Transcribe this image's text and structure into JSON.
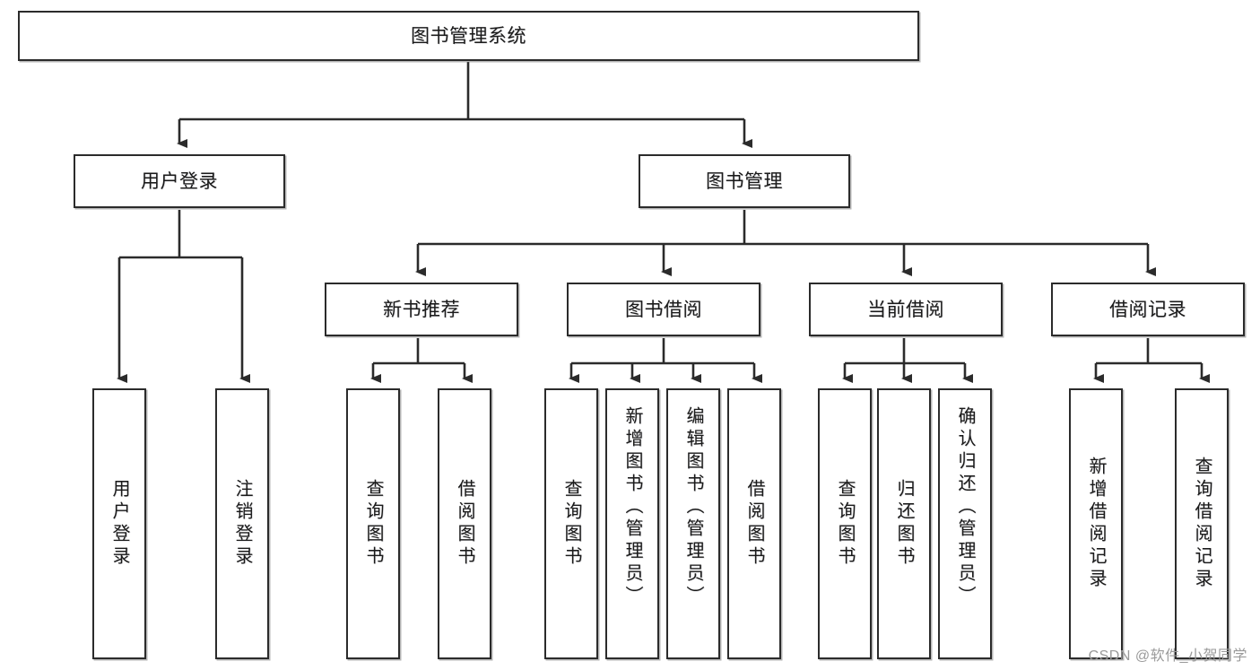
{
  "diagram": {
    "title": "图书管理系统",
    "type": "tree",
    "watermark": "CSDN @软件_小贺同学",
    "colors": {
      "box_border": "#2b2b2b",
      "box_fill": "#ffffff",
      "connector": "#2b2b2b",
      "text": "#1a1a1a",
      "watermark": "#9a9a9a"
    },
    "levels": {
      "root": {
        "id": "root",
        "label": "图书管理系统",
        "orientation": "horizontal"
      },
      "level2": [
        {
          "id": "user-login",
          "label": "用户登录",
          "orientation": "horizontal"
        },
        {
          "id": "book-manage",
          "label": "图书管理",
          "orientation": "horizontal"
        }
      ],
      "level3": [
        {
          "id": "new-book-recommend",
          "label": "新书推荐",
          "orientation": "horizontal",
          "parent": "book-manage"
        },
        {
          "id": "book-borrow",
          "label": "图书借阅",
          "orientation": "horizontal",
          "parent": "book-manage"
        },
        {
          "id": "current-borrow",
          "label": "当前借阅",
          "orientation": "horizontal",
          "parent": "book-manage"
        },
        {
          "id": "borrow-record",
          "label": "借阅记录",
          "orientation": "horizontal",
          "parent": "book-manage"
        }
      ],
      "leaves": [
        {
          "id": "leaf-user-login",
          "label": "用户登录",
          "parent": "user-login"
        },
        {
          "id": "leaf-logout-login",
          "label": "注销登录",
          "parent": "user-login"
        },
        {
          "id": "leaf-query-book-1",
          "label": "查询图书",
          "parent": "new-book-recommend"
        },
        {
          "id": "leaf-borrow-book-1",
          "label": "借阅图书",
          "parent": "new-book-recommend"
        },
        {
          "id": "leaf-query-book-2",
          "label": "查询图书",
          "parent": "book-borrow"
        },
        {
          "id": "leaf-add-book",
          "label": "新增图书（管理员）",
          "parent": "book-borrow"
        },
        {
          "id": "leaf-edit-book",
          "label": "编辑图书（管理员）",
          "parent": "book-borrow"
        },
        {
          "id": "leaf-borrow-book-2",
          "label": "借阅图书",
          "parent": "book-borrow"
        },
        {
          "id": "leaf-query-book-3",
          "label": "查询图书",
          "parent": "current-borrow"
        },
        {
          "id": "leaf-return-book",
          "label": "归还图书",
          "parent": "current-borrow"
        },
        {
          "id": "leaf-confirm-return",
          "label": "确认归还（管理员）",
          "parent": "current-borrow"
        },
        {
          "id": "leaf-add-record",
          "label": "新增借阅记录",
          "parent": "borrow-record"
        },
        {
          "id": "leaf-query-record",
          "label": "查询借阅记录",
          "parent": "borrow-record"
        }
      ]
    }
  }
}
